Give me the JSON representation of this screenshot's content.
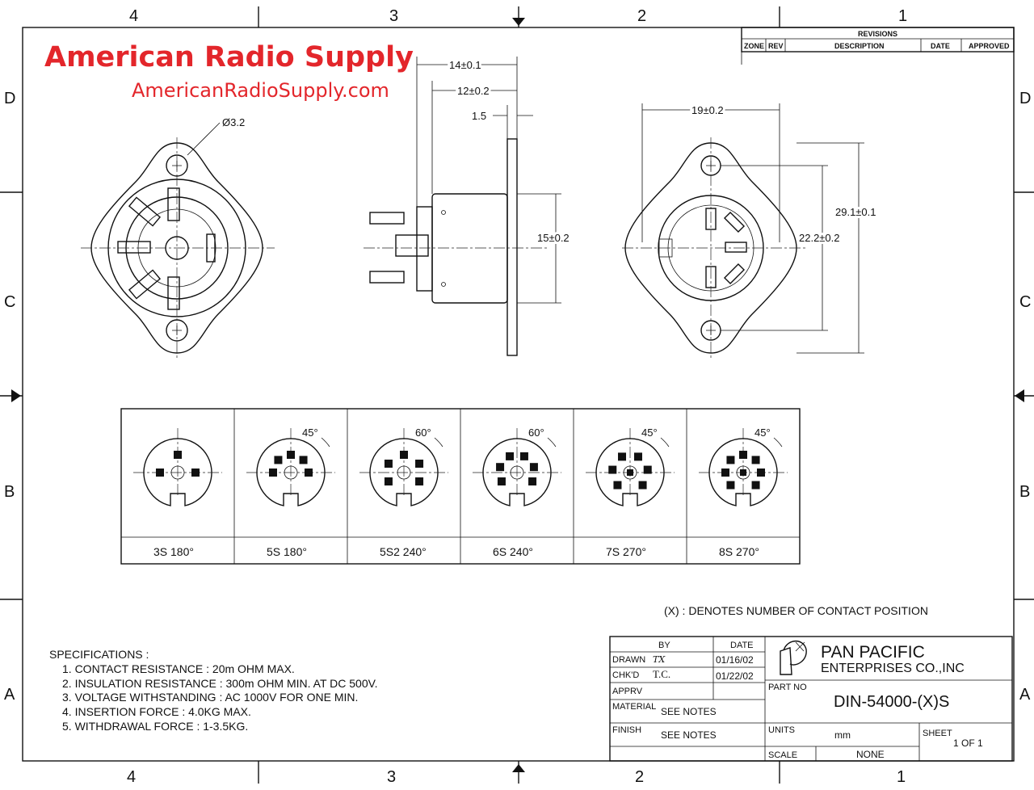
{
  "brand": {
    "name": "American Radio Supply",
    "url": "AmericanRadioSupply.com",
    "color": "#e3262b"
  },
  "zones": {
    "columns": [
      "4",
      "3",
      "2",
      "1"
    ],
    "rows": [
      "D",
      "C",
      "B",
      "A"
    ]
  },
  "revisions": {
    "title": "REVISIONS",
    "headers": [
      "ZONE",
      "REV",
      "DESCRIPTION",
      "DATE",
      "APPROVED"
    ]
  },
  "dimensions": {
    "hole_dia": "Ø3.2",
    "overall_depth": "14±0.1",
    "body_depth": "12±0.2",
    "flange_thickness": "1.5",
    "body_height": "15±0.2",
    "body_dia": "19±0.2",
    "hole_spacing": "22.2±0.2",
    "flange_height": "29.1±0.1"
  },
  "pin_layouts": [
    {
      "label": "3S  180°",
      "angle": "",
      "pins": 3
    },
    {
      "label": "5S  180°",
      "angle": "45°",
      "pins": 5
    },
    {
      "label": "5S2  240°",
      "angle": "60°",
      "pins": 5
    },
    {
      "label": "6S  240°",
      "angle": "60°",
      "pins": 6
    },
    {
      "label": "7S  270°",
      "angle": "45°",
      "pins": 7
    },
    {
      "label": "8S  270°",
      "angle": "45°",
      "pins": 8
    }
  ],
  "note": "(X) :  DENOTES  NUMBER  OF  CONTACT  POSITION",
  "specifications": {
    "title": "SPECIFICATIONS :",
    "items": [
      "1.  CONTACT  RESISTANCE : 20m  OHM  MAX.",
      "2.  INSULATION  RESISTANCE : 300m  OHM  MIN.  AT  DC  500V.",
      "3.  VOLTAGE  WITHSTANDING : AC  1000V  FOR  ONE  MIN.",
      "4.  INSERTION  FORCE : 4.0KG  MAX.",
      "5.  WITHDRAWAL  FORCE : 1-3.5KG."
    ]
  },
  "title_block": {
    "by_header": "BY",
    "date_header": "DATE",
    "drawn_label": "DRAWN",
    "drawn_by": "TX",
    "drawn_date": "01/16/02",
    "checked_label": "CHK'D",
    "checked_by": "T.C.",
    "checked_date": "01/22/02",
    "approved_label": "APPRV",
    "material_label": "MATERIAL",
    "material": "SEE  NOTES",
    "finish_label": "FINISH",
    "finish": "SEE  NOTES",
    "company_line1": "PAN PACIFIC",
    "company_line2": "ENTERPRISES  CO.,INC",
    "part_no_label": "PART  NO",
    "part_no": "DIN-54000-(X)S",
    "units_label": "UNITS",
    "units": "mm",
    "scale_label": "SCALE",
    "scale": "NONE",
    "sheet_label": "SHEET",
    "sheet": "1  OF  1"
  }
}
